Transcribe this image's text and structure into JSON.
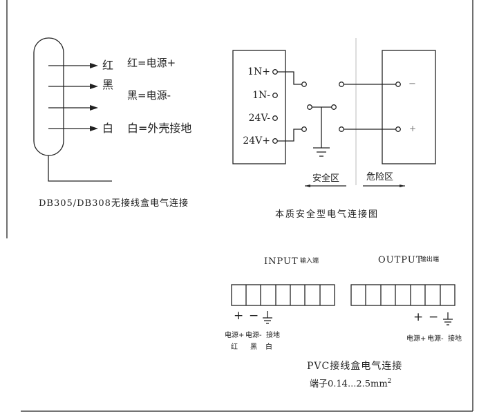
{
  "sensor": {
    "wires": [
      "红",
      "黑",
      "白"
    ],
    "legend": [
      "红=电源+",
      "黑=电源-",
      "白=外壳接地"
    ],
    "caption": "DB305/DB308无接线盒电气连接"
  },
  "is_diagram": {
    "terminals": [
      "1N+",
      "1N-",
      "24V-",
      "24V+"
    ],
    "out_minus": "−",
    "out_plus": "+",
    "safe_zone": "安全区",
    "hazard_zone": "危险区",
    "caption": "本质安全型电气连接图"
  },
  "pvc": {
    "input_label": "INPUT",
    "input_cn": "输入端",
    "output_label": "OUTPUT",
    "output_cn": "输出端",
    "sym_plus": "+",
    "sym_minus": "−",
    "input_labels": [
      "电源+",
      "电源-",
      "接地"
    ],
    "input_colors": [
      "红",
      "黑",
      "白"
    ],
    "output_labels": [
      "电源+",
      "电源-",
      "接地"
    ],
    "caption": "PVC接线盒电气连接",
    "terminal_spec": "端子0.14...2.5mm",
    "terminal_sup": "2"
  }
}
